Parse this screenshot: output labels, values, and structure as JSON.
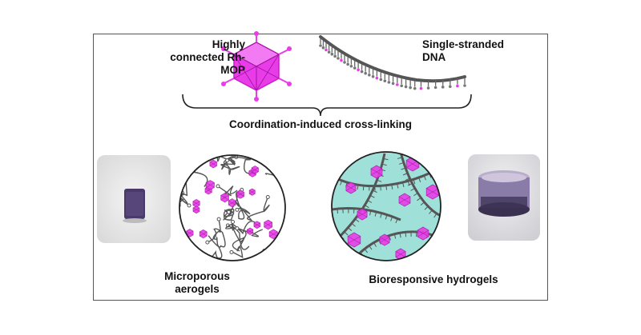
{
  "labels": {
    "mop": "Highly connected Rh-MOP",
    "dna": "Single-stranded DNA",
    "crosslink": "Coordination-induced cross-linking",
    "aerogels": "Microporous aerogels",
    "hydrogels": "Bioresponsive hydrogels"
  },
  "colors": {
    "mop_magenta": "#e83ce8",
    "dna_gray": "#555555",
    "hydrogel_teal": "#9fe0d8",
    "aerogel_photo": "#4a3a6a",
    "hydrogel_photo": "#6a5a8a"
  }
}
